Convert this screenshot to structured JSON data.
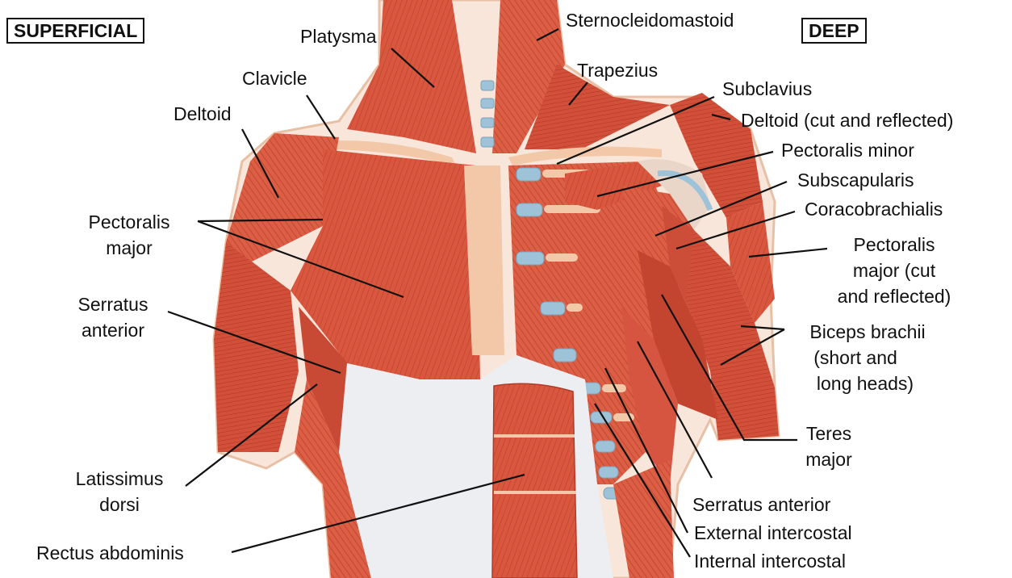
{
  "headings": {
    "left": "SUPERFICIAL",
    "right": "DEEP"
  },
  "labels": {
    "platysma": "Platysma",
    "sternocleidomastoid": "Sternocleidomastoid",
    "clavicle": "Clavicle",
    "trapezius": "Trapezius",
    "deltoid": "Deltoid",
    "subclavius": "Subclavius",
    "deltoid_cut": "Deltoid (cut and reflected)",
    "pectoralis_minor": "Pectoralis minor",
    "subscapularis": "Subscapularis",
    "coracobrachialis": "Coracobrachialis",
    "pectoralis_major_1": "Pectoralis",
    "pectoralis_major_2": "major",
    "pec_major_cut_1": "Pectoralis",
    "pec_major_cut_2": "major (cut",
    "pec_major_cut_3": "and reflected)",
    "serratus_anterior_left_1": "Serratus",
    "serratus_anterior_left_2": "anterior",
    "biceps_1": "Biceps brachii",
    "biceps_2": "(short and",
    "biceps_3": "long heads)",
    "teres_1": "Teres",
    "teres_2": "major",
    "latissimus_1": "Latissimus",
    "latissimus_2": "dorsi",
    "serratus_anterior_right": "Serratus anterior",
    "external_intercostal": "External intercostal",
    "internal_intercostal": "Internal intercostal",
    "rectus_abdominis": "Rectus abdominis"
  },
  "colors": {
    "muscle": "#d9573f",
    "muscle_dark": "#b23a26",
    "muscle_light": "#ee8a6e",
    "tendon": "#f2c8a8",
    "cartilage": "#9ec3d8",
    "skin_outline": "#e8c0a6",
    "leader": "#111111"
  }
}
